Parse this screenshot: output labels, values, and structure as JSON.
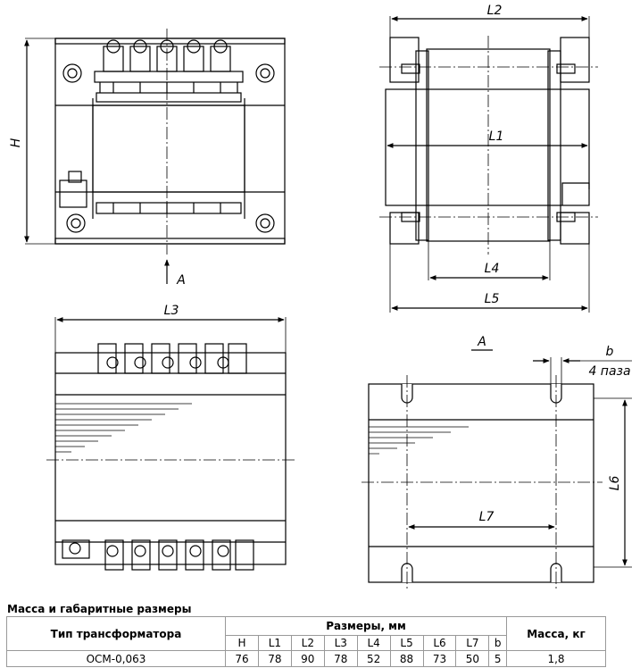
{
  "drawing": {
    "labels": {
      "H": "H",
      "L2": "L2",
      "L1": "L1",
      "L4": "L4",
      "L5": "L5",
      "A_arrow": "A",
      "L3": "L3",
      "A_view": "A",
      "b": "b",
      "slots": "4 паза",
      "L6": "L6",
      "L7": "L7"
    }
  },
  "table": {
    "caption": "Масса и габаритные размеры",
    "type_header": "Тип трансформатора",
    "dims_header": "Размеры, мм",
    "mass_header": "Масса, кг",
    "columns": [
      "H",
      "L1",
      "L2",
      "L3",
      "L4",
      "L5",
      "L6",
      "L7",
      "b"
    ],
    "rows": [
      {
        "type": "ОСМ-0,063",
        "values": [
          "76",
          "78",
          "90",
          "78",
          "52",
          "88",
          "73",
          "50",
          "5"
        ],
        "mass": "1,8"
      }
    ]
  }
}
